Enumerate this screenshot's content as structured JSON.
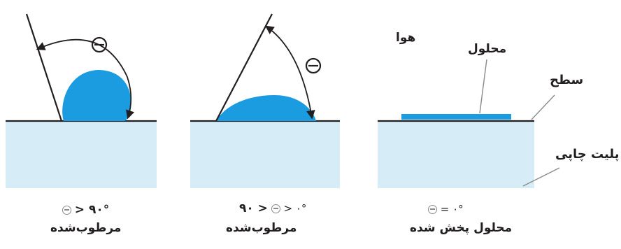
{
  "colors": {
    "liquid": "#1b9be0",
    "plate_fill": "#d6ecf6",
    "surface_line": "#231f20",
    "text": "#231f20"
  },
  "diagrams": [
    {
      "id": "obtuse",
      "condition_prefix": "",
      "condition_symbol": "Θ",
      "condition_suffix": "> ۹۰°",
      "caption": "مرطوب‌شده",
      "angle_symbol": "Θ"
    },
    {
      "id": "acute",
      "condition_prefix": "۹۰ >",
      "condition_symbol": "Θ",
      "condition_suffix": "> ۰°",
      "caption": "مرطوب‌شده",
      "angle_symbol": "Θ"
    },
    {
      "id": "spread",
      "condition_prefix": "",
      "condition_symbol": "Θ",
      "condition_suffix": "= ۰°",
      "caption": "محلول پخش شده",
      "labels": {
        "air": "هوا",
        "solution": "محلول",
        "surface": "سطح",
        "plate": "پلیت چاپی"
      }
    }
  ]
}
